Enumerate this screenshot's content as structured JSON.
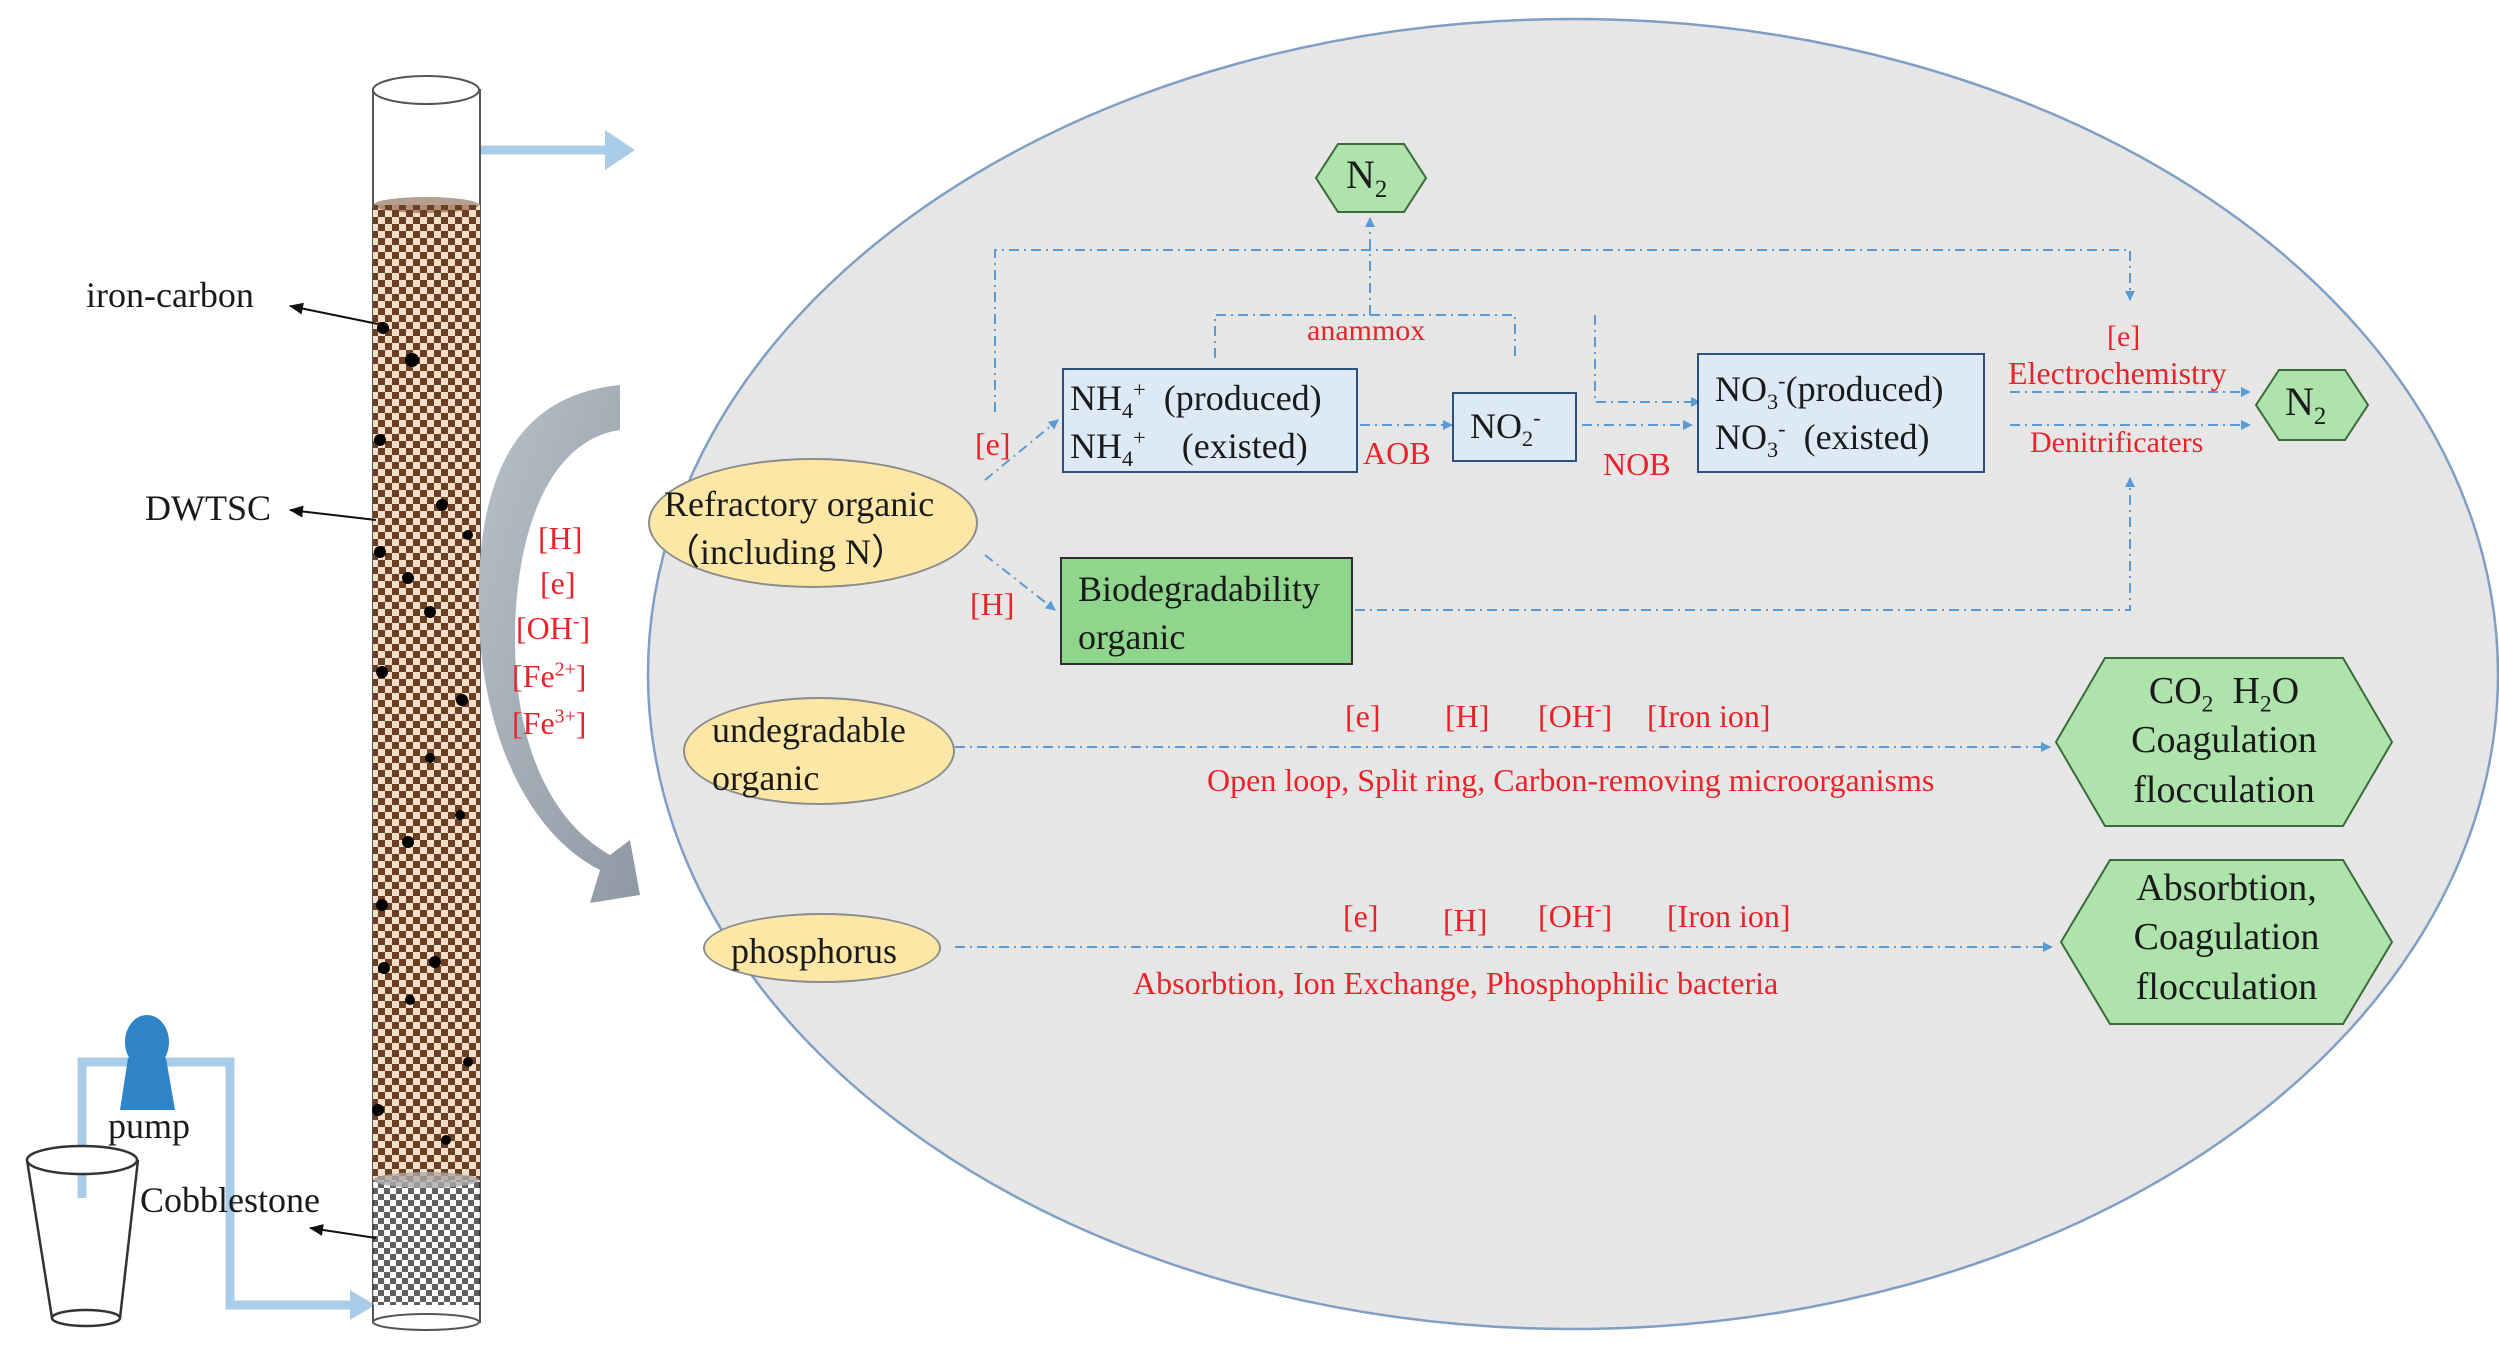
{
  "column": {
    "iron_carbon_label": "iron-carbon",
    "dwtsc_label": "DWTSC",
    "pump_label": "pump",
    "cobblestone_label": "Cobblestone"
  },
  "curved_arrow_labels": [
    "[H]",
    "[e]",
    "[OH",
    "[Fe",
    "[Fe"
  ],
  "curved_arrow_sup": [
    "",
    "",
    "-",
    "2+",
    "3+"
  ],
  "curved_arrow_close": [
    "",
    "",
    "]",
    "]",
    "]"
  ],
  "nitrogen": {
    "n2_top": {
      "base": "N",
      "sub": "2"
    },
    "n2_right": {
      "base": "N",
      "sub": "2"
    },
    "anammox": "anammox",
    "e_top": "[e]",
    "e_left": "[e]",
    "h_left": "[H]",
    "aob": "AOB",
    "nob": "NOB",
    "electrochemistry": "Electrochemistry",
    "denitrificaters": "Denitrificaters",
    "nh4_box": {
      "line1_base": "NH",
      "line1_sub": "4",
      "line1_sup": "+",
      "line1_rest": "(produced)",
      "line2_base": "NH",
      "line2_sub": "4",
      "line2_sup": "+",
      "line2_rest": "(existed)"
    },
    "no2_box": {
      "base": "NO",
      "sub": "2",
      "sup": "-"
    },
    "no3_box": {
      "line1_base": "NO",
      "line1_sub": "3",
      "line1_sup": "-",
      "line1_rest": "(produced)",
      "line2_base": "NO",
      "line2_sub": "3",
      "line2_sup": "-",
      "line2_rest": "(existed)"
    },
    "refractory": {
      "line1": "Refractory organic",
      "line2": "（including N）"
    },
    "biodegradability": {
      "line1": "Biodegradability",
      "line2": "organic"
    }
  },
  "undegradable": {
    "ellipse": {
      "line1": "undegradable",
      "line2": "organic"
    },
    "tokens": [
      "[e]",
      "[H]",
      "[OH",
      "[Iron ion]"
    ],
    "oh_sup": "-",
    "oh_close": "]",
    "process": "Open loop, Split ring,  Carbon-removing microorganisms",
    "result": {
      "co2_base": "CO",
      "co2_sub": "2",
      "h2o_h": "H",
      "h2o_sub": "2",
      "h2o_o": "O",
      "line2": "Coagulation",
      "line3": "flocculation"
    }
  },
  "phosphorus": {
    "ellipse": "phosphorus",
    "tokens": [
      "[e]",
      "[H]",
      "[OH",
      "[Iron ion]"
    ],
    "oh_sup": "-",
    "oh_close": "]",
    "process": "Absorbtion, Ion Exchange, Phosphophilic bacteria",
    "result": {
      "line1": "Absorbtion,",
      "line2": "Coagulation",
      "line3": "flocculation"
    }
  },
  "colors": {
    "red_text": "#e8232a",
    "arrow_blue": "#5b9bd5",
    "pipe_blue": "#a9cde8",
    "oval_bg": "#e6e6e6",
    "ellipse_fill": "#fde7a6",
    "box_blue": "#ddeaf6",
    "box_green": "#8fd58c",
    "hex_green": "#aee4ac",
    "pump_blue": "#2f84c7"
  }
}
